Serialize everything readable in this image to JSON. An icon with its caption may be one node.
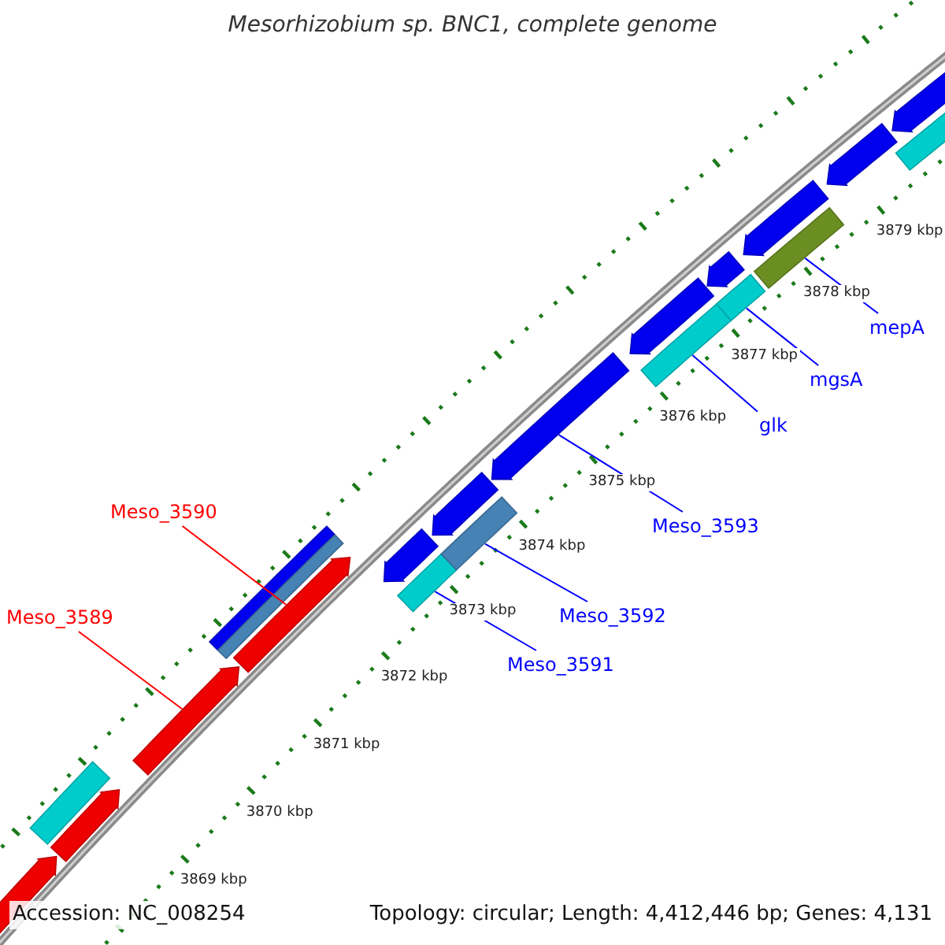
{
  "diagram": {
    "title": "Mesorhizobium sp. BNC1, complete genome",
    "nodes": [
      {
        "text": [
          "mepA"
        ]
      },
      {
        "text": [
          "mgsA"
        ]
      },
      {
        "text": [
          "glk"
        ]
      },
      {
        "text": [
          "Meso_3590"
        ]
      },
      {
        "text": [
          "Meso_3593"
        ]
      },
      {
        "text": [
          "Meso_3592"
        ]
      },
      {
        "text": [
          "Meso_3589"
        ]
      },
      {
        "text": [
          "Meso_3591"
        ]
      },
      {
        "text": [],
        "shape": "pentagon"
      },
      {
        "text": [],
        "shape": "bar"
      },
      {
        "text": [],
        "shape": "pentagon"
      },
      {
        "text": [],
        "shape": "pentagon"
      },
      {
        "text": [],
        "shape": "bar"
      },
      {
        "text": [],
        "shape": "bar"
      },
      {
        "text": [],
        "shape": "pentagon"
      },
      {
        "text": [],
        "shape": "pentagon"
      },
      {
        "text": [],
        "shape": "bar"
      },
      {
        "text": [],
        "shape": "bar"
      },
      {
        "text": [],
        "shape": "pentagon"
      },
      {
        "text": [],
        "shape": "pentagon"
      },
      {
        "text": [],
        "shape": "bar"
      },
      {
        "text": [],
        "shape": "pentagon"
      },
      {
        "text": [],
        "shape": "bar"
      },
      {
        "text": [],
        "shape": "pentagon"
      },
      {
        "text": [],
        "shape": "bar"
      },
      {
        "text": [],
        "shape": "pentagon"
      },
      {
        "text": [],
        "shape": "pentagon"
      },
      {
        "text": [],
        "shape": "bar"
      },
      {
        "text": [],
        "shape": "pentagon"
      }
    ],
    "edges": [
      {
        "from": 0,
        "to": 24,
        "arrow": "none"
      },
      {
        "from": 1,
        "to": 22,
        "arrow": "none"
      },
      {
        "from": 2,
        "to": 20,
        "arrow": "none"
      },
      {
        "from": 3,
        "to": 14,
        "arrow": "none",
        "color": "#ff0000"
      },
      {
        "from": 4,
        "to": 19,
        "arrow": "none"
      },
      {
        "from": 5,
        "to": 17,
        "arrow": "none"
      },
      {
        "from": 6,
        "to": 11,
        "arrow": "none",
        "color": "#ff0000"
      },
      {
        "from": 7,
        "to": 16,
        "arrow": "none"
      }
    ],
    "labels": [
      "3879 kbp",
      "3878 kbp",
      "3877 kbp",
      "3876 kbp",
      "3875 kbp",
      "3874 kbp",
      "3873 kbp",
      "3872 kbp",
      "3871 kbp",
      "3870 kbp",
      "3869 kbp",
      "Accession: NC_008254",
      "Topology: circular; Length: 4,412,446 bp; Genes: 4,131"
    ]
  }
}
